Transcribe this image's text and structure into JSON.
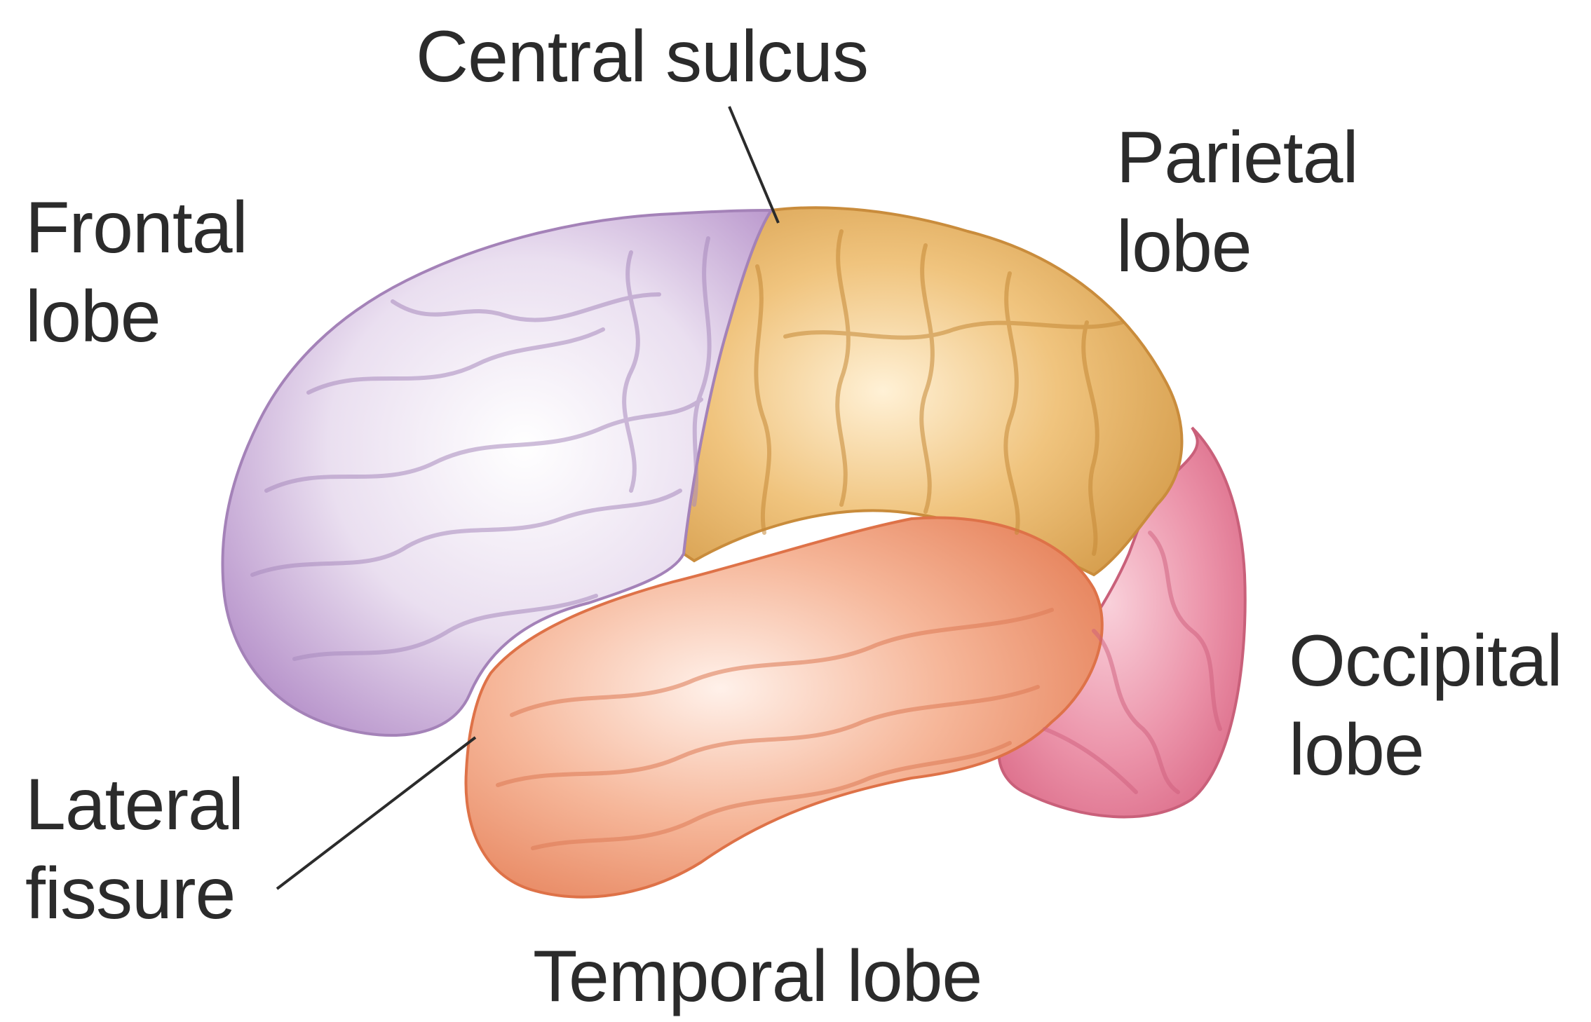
{
  "diagram": {
    "labels": {
      "central_sulcus": "Central sulcus",
      "parietal": [
        "Parietal",
        "lobe"
      ],
      "frontal": [
        "Frontal",
        "lobe"
      ],
      "occipital": [
        "Occipital",
        "lobe"
      ],
      "lateral_fissure": [
        "Lateral",
        "fissure"
      ],
      "temporal": "Temporal lobe"
    },
    "colors": {
      "frontal_lobe": "#c9a9d6",
      "parietal_lobe": "#e6b56a",
      "temporal_lobe": "#f0a07e",
      "occipital_lobe": "#e88aa0",
      "leader_line": "#2b2b2b"
    }
  }
}
